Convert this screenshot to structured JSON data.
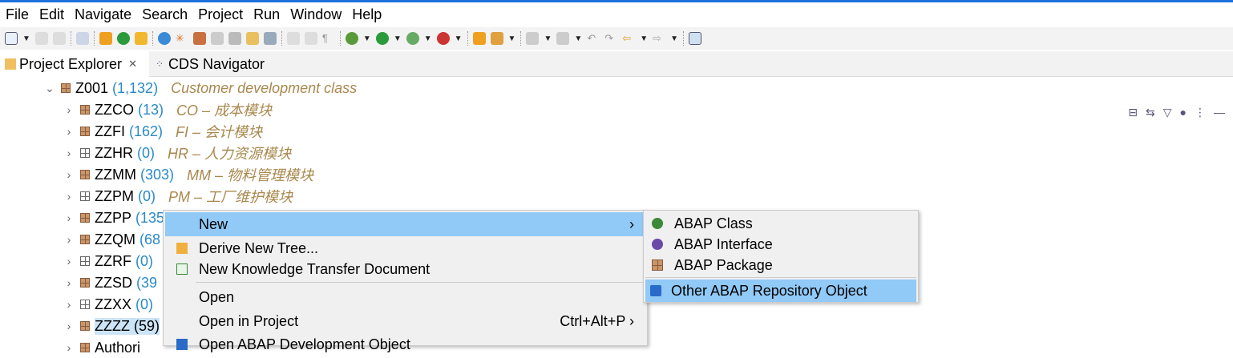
{
  "menubar": [
    "File",
    "Edit",
    "Navigate",
    "Search",
    "Project",
    "Run",
    "Window",
    "Help"
  ],
  "tabs": {
    "project_explorer": "Project Explorer",
    "cds_navigator": "CDS Navigator"
  },
  "tree": {
    "root": {
      "name": "Z001",
      "count": "(1,132)",
      "desc": "Customer development class"
    },
    "children": [
      {
        "name": "ZZCO",
        "count": "(13)",
        "desc": "CO – 成本模块",
        "empty": false
      },
      {
        "name": "ZZFI",
        "count": "(162)",
        "desc": "FI – 会计模块",
        "empty": false
      },
      {
        "name": "ZZHR",
        "count": "(0)",
        "desc": "HR – 人力资源模块",
        "empty": true
      },
      {
        "name": "ZZMM",
        "count": "(303)",
        "desc": "MM – 物料管理模块",
        "empty": false
      },
      {
        "name": "ZZPM",
        "count": "(0)",
        "desc": "PM – 工厂维护模块",
        "empty": true
      },
      {
        "name": "ZZPP",
        "count": "(135",
        "desc": "",
        "empty": false
      },
      {
        "name": "ZZQM",
        "count": "(68",
        "desc": "",
        "empty": false
      },
      {
        "name": "ZZRF",
        "count": "(0)",
        "desc": "",
        "empty": true
      },
      {
        "name": "ZZSD",
        "count": "(39",
        "desc": "",
        "empty": false
      },
      {
        "name": "ZZXX",
        "count": "(0)",
        "desc": "",
        "empty": true
      },
      {
        "name": "ZZZZ",
        "count": "(59)",
        "desc": "",
        "empty": false,
        "selected": true
      },
      {
        "name": "Authori",
        "count": "",
        "desc": "",
        "empty": false
      }
    ]
  },
  "context_menu": {
    "items": [
      {
        "label": "New",
        "shortcut": "",
        "submenu": true,
        "highlighted": true
      },
      {
        "label": "Derive New Tree...",
        "shortcut": ""
      },
      {
        "label": "New Knowledge Transfer Document",
        "shortcut": ""
      },
      {
        "label": "Open",
        "shortcut": ""
      },
      {
        "label": "Open in Project",
        "shortcut": "Ctrl+Alt+P",
        "submenu": true
      },
      {
        "label": "Open ABAP Development Object",
        "shortcut": ""
      }
    ]
  },
  "submenu": {
    "items": [
      {
        "label": "ABAP Class",
        "icon": "abap-class-icon",
        "color": "#3a8a3a"
      },
      {
        "label": "ABAP Interface",
        "icon": "abap-interface-icon",
        "color": "#6a4aa8"
      },
      {
        "label": "ABAP Package",
        "icon": "abap-package-icon",
        "color": "#c9966b"
      },
      {
        "label": "Other ABAP Repository Object",
        "icon": "other-object-icon",
        "color": "#2a6ac8",
        "highlighted": true
      }
    ]
  }
}
